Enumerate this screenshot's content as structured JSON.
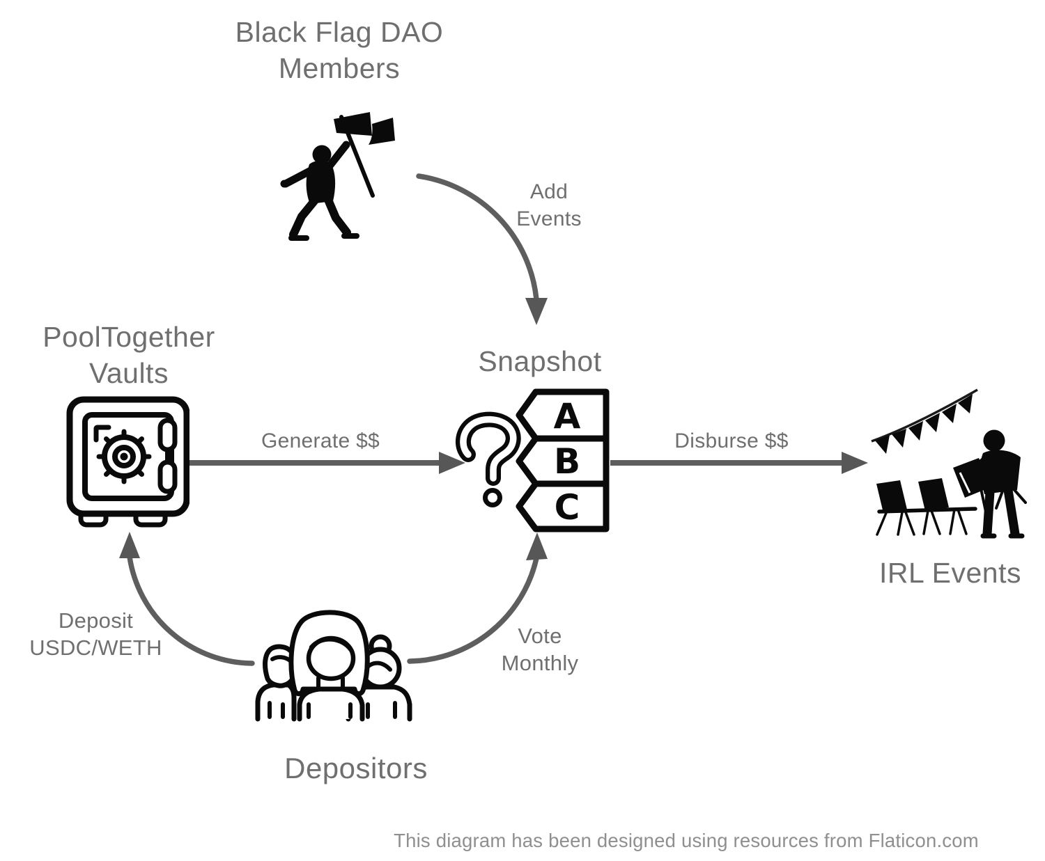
{
  "diagram": {
    "nodes": {
      "dao_members": {
        "label_line1": "Black Flag DAO",
        "label_line2": "Members",
        "icon": "flag-bearer-icon"
      },
      "pool_vaults": {
        "label_line1": "PoolTogether",
        "label_line2": "Vaults",
        "icon": "safe-vault-icon"
      },
      "snapshot": {
        "label": "Snapshot",
        "icon": "question-proposals-icon",
        "options": [
          "A",
          "B",
          "C"
        ]
      },
      "irl_events": {
        "label": "IRL Events",
        "icon": "event-setup-icon"
      },
      "depositors": {
        "label": "Depositors",
        "icon": "people-group-icon"
      }
    },
    "edges": {
      "add_events": {
        "label_line1": "Add",
        "label_line2": "Events",
        "from": "dao_members",
        "to": "snapshot"
      },
      "generate": {
        "label": "Generate $$",
        "from": "pool_vaults",
        "to": "snapshot"
      },
      "disburse": {
        "label": "Disburse $$",
        "from": "snapshot",
        "to": "irl_events"
      },
      "deposit": {
        "label_line1": "Deposit",
        "label_line2": "USDC/WETH",
        "from": "depositors",
        "to": "pool_vaults"
      },
      "vote": {
        "label_line1": "Vote",
        "label_line2": "Monthly",
        "from": "depositors",
        "to": "snapshot"
      }
    },
    "footer": "This diagram has been designed using resources from Flaticon.com",
    "colors": {
      "background": "#ffffff",
      "icon_black": "#0a0a0a",
      "label_gray": "#6f6f6f",
      "arrow_gray": "#5e5e5e",
      "footer_gray": "#8f8f8f"
    }
  }
}
